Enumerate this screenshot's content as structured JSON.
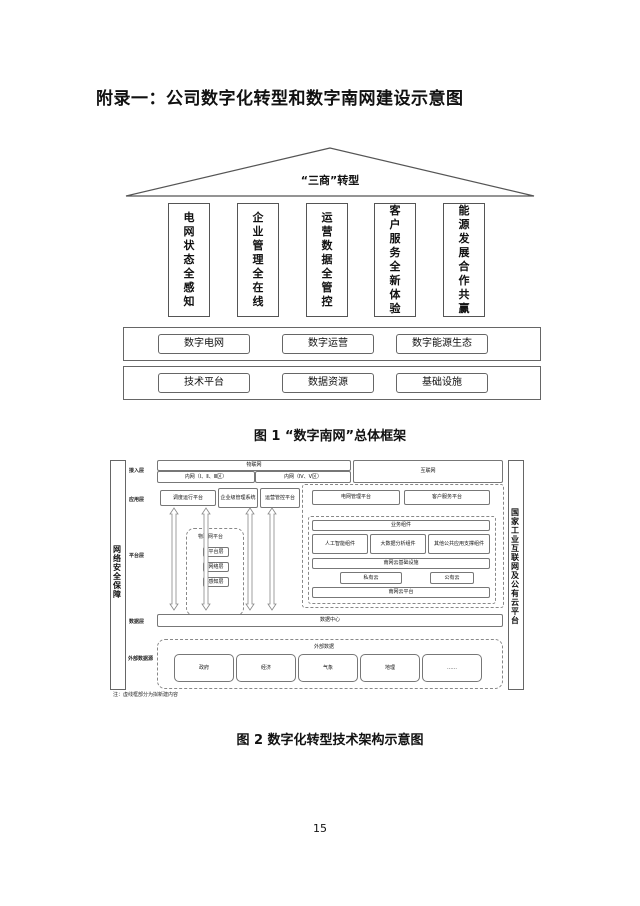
{
  "page": {
    "appendix_title": "附录一：公司数字化转型和数字南网建设示意图",
    "page_number": "15"
  },
  "figure1": {
    "roof_label": "“三商”转型",
    "pillars": [
      "电网状态全感知",
      "企业管理全在线",
      "运营数据全管控",
      "客户服务全新体验",
      "能源发展合作共赢"
    ],
    "middle_row": [
      "数字电网",
      "数字运营",
      "数字能源生态"
    ],
    "bottom_row": [
      "技术平台",
      "数据资源",
      "基础设施"
    ],
    "caption": "图 1 “数字南网”总体框架"
  },
  "figure2": {
    "layers": {
      "access": "接入层",
      "app": "应用层",
      "platform": "平台层",
      "data": "数据层",
      "external": "外部数据源"
    },
    "iot_top": "物联网",
    "internal_left": "内网（Ⅰ、Ⅱ、Ⅲ区）",
    "internal_right": "内网（Ⅳ、Ⅴ区）",
    "internet": "互联网",
    "apps": [
      "调度运行平台",
      "企业级管理系统",
      "运营管控平台",
      "电网管理平台",
      "客户服务平台"
    ],
    "iot_platform": "物联网平台",
    "iot_sub": [
      "平台层",
      "网络层",
      "感知层"
    ],
    "business_components": "业务组件",
    "components": [
      "人工智能组件",
      "大数据分析组件",
      "其他公共应用支撑组件"
    ],
    "cloud_infra": "南网云基础设施",
    "private_cloud": "私有云",
    "public_cloud": "公有云",
    "grid_cloud": "南网云平台",
    "data_center": "数据中心",
    "external_title": "外部数据",
    "external_items": [
      "政府",
      "经济",
      "气象",
      "地理",
      "……"
    ],
    "left_side": "网络安全保障",
    "right_side": "国家工业互联网及公有云平台",
    "note": "注：虚线框部分为拟新建内容",
    "caption": "图 2 数字化转型技术架构示意图"
  }
}
